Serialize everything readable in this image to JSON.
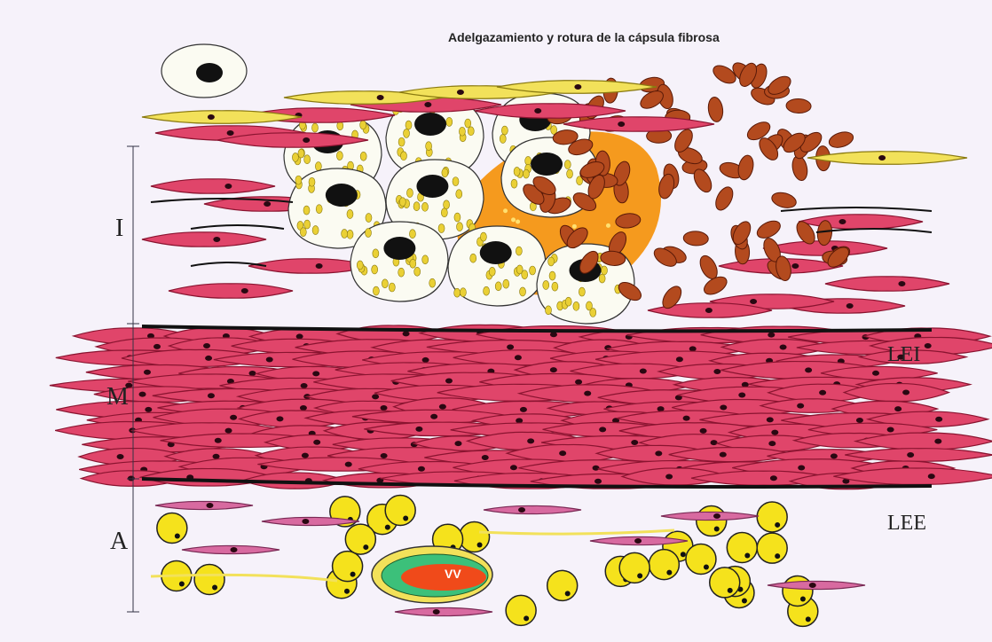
{
  "title": "Adelgazamiento y rotura de la cápsula fibrosa",
  "layers": {
    "intima": "I",
    "media": "M",
    "adventitia": "A"
  },
  "membranes": {
    "internal": "LEI",
    "external": "LEE"
  },
  "vessel_label": "VV",
  "colors": {
    "background": "#f6f2fa",
    "smooth_muscle": "#e0456a",
    "smooth_muscle_edge": "#8a1430",
    "fibrous_cap_cell": "#f2e15a",
    "foam_cell": "#fbfbf2",
    "lipid_droplet": "#ead035",
    "necrotic_core": "#f59a1e",
    "red_blood_cell": "#b34a1e",
    "adipocyte": "#f5e21c",
    "membrane": "#111111"
  }
}
